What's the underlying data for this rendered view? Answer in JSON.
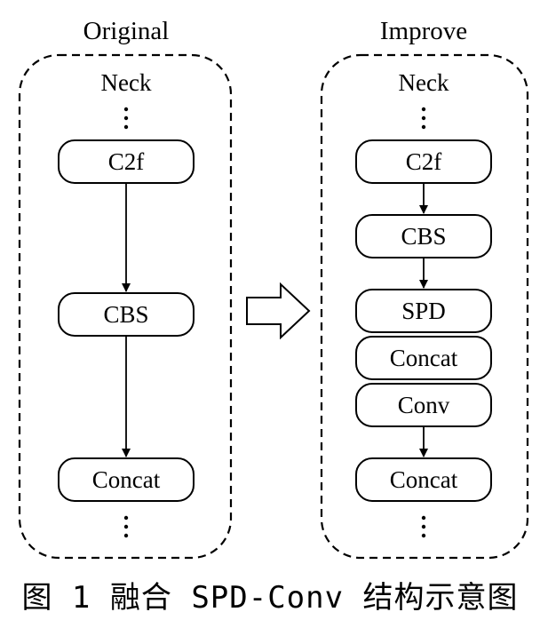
{
  "left_panel": {
    "title": "Original",
    "section": "Neck",
    "blocks": [
      "C2f",
      "CBS",
      "Concat"
    ]
  },
  "right_panel": {
    "title": "Improve",
    "section": "Neck",
    "blocks": [
      "C2f",
      "CBS",
      "SPD",
      "Concat",
      "Conv",
      "Concat"
    ]
  },
  "caption": "图 1  融合 SPD-Conv 结构示意图"
}
